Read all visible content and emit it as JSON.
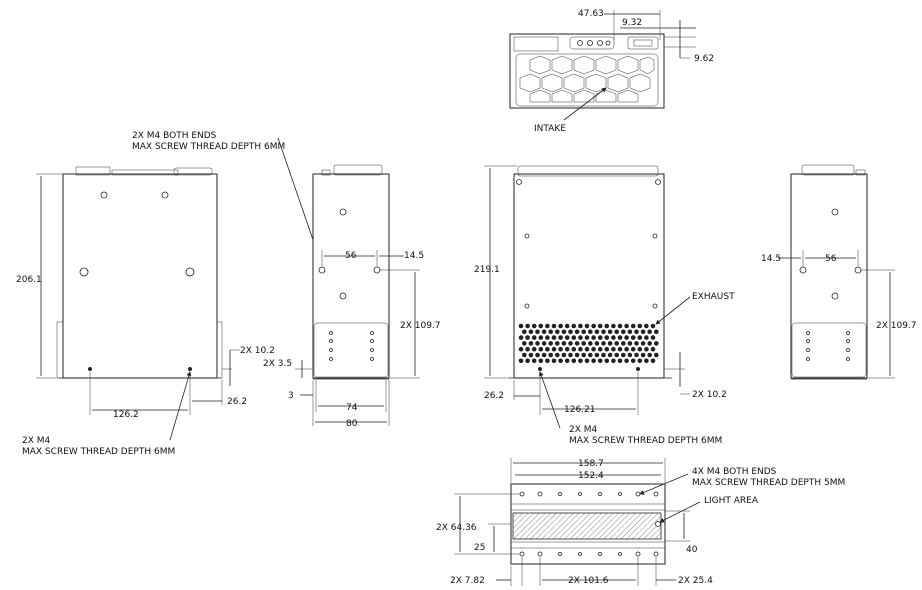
{
  "top_view": {
    "dim_47_63": "47.63",
    "dim_9_32": "9.32",
    "dim_9_62": "9.62",
    "intake_label": "INTAKE"
  },
  "front_view": {
    "dim_206_1": "206.1",
    "dim_2x_10_2": "2X 10.2",
    "dim_26_2": "26.2",
    "dim_126_2": "126.2",
    "note_line1": "2X M4",
    "note_line2": "MAX SCREW THREAD DEPTH 6MM"
  },
  "side_view_left": {
    "note_line1": "2X M4 BOTH ENDS",
    "note_line2": "MAX SCREW THREAD DEPTH 6MM",
    "dim_56": "56",
    "dim_14_5": "14.5",
    "dim_2x_109_7": "2X 109.7",
    "dim_2x_3_5": "2X 3.5",
    "dim_3": "3",
    "dim_74": "74",
    "dim_80": "80"
  },
  "rear_view": {
    "dim_219_1": "219.1",
    "exhaust_label": "EXHAUST",
    "dim_26_2": "26.2",
    "dim_126_21": "126.21",
    "dim_2x_10_2": "2X 10.2",
    "note_line1": "2X M4",
    "note_line2": "MAX SCREW THREAD DEPTH 6MM"
  },
  "side_view_right": {
    "dim_14_5": "14.5",
    "dim_56": "56",
    "dim_2x_109_7": "2X 109.7"
  },
  "bottom_view": {
    "dim_158_7": "158.7",
    "dim_152_4": "152.4",
    "note_line1": "4X M4 BOTH ENDS",
    "note_line2": "MAX SCREW THREAD DEPTH 5MM",
    "light_area_label": "LIGHT AREA",
    "dim_2x_64_36": "2X 64.36",
    "dim_25": "25",
    "dim_40": "40",
    "dim_2x_7_82": "2X 7.82",
    "dim_2x_101_6": "2X 101.6",
    "dim_2x_25_4": "2X 25.4"
  }
}
